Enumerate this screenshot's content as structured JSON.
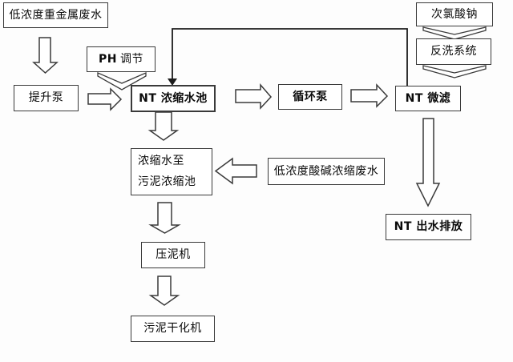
{
  "title": "NT wastewater treatment process flowchart",
  "colors": {
    "background": "#fdfdfd",
    "line": "#3a3a3a",
    "text": "#0a0a0a"
  },
  "nodes": {
    "heavy_metal": {
      "label": "低浓度重金属废水"
    },
    "lift_pump": {
      "label": "提升泵"
    },
    "ph_adjust": {
      "bold": "PH",
      "label": "调节"
    },
    "nt_pool": {
      "label": "NT 浓缩水池"
    },
    "circ_pump": {
      "label": "循环泵"
    },
    "nt_mf": {
      "label": "NT 微滤"
    },
    "naclo": {
      "label": "次氯酸钠"
    },
    "backwash": {
      "label": "反洗系统"
    },
    "conc_water": {
      "line1": "浓缩水至",
      "line2": "污泥浓缩池"
    },
    "acid_waste": {
      "label": "低浓度酸碱浓缩废水"
    },
    "press": {
      "label": "压泥机"
    },
    "dryer": {
      "label": "污泥干化机"
    },
    "discharge": {
      "label": "NT 出水排放"
    }
  },
  "edges": [
    {
      "from": "低浓度重金属废水",
      "to": "提升泵",
      "style": "hollow-block-arrow-down"
    },
    {
      "from": "提升泵",
      "to": "NT 浓缩水池",
      "style": "hollow-block-arrow-right"
    },
    {
      "from": "PH 调节",
      "to": "NT 浓缩水池",
      "style": "hollow-chevron-arrow-down"
    },
    {
      "from": "NT 浓缩水池",
      "to": "循环泵",
      "style": "hollow-block-arrow-right"
    },
    {
      "from": "循环泵",
      "to": "NT 微滤",
      "style": "hollow-block-arrow-right"
    },
    {
      "from": "次氯酸钠",
      "to": "反洗系统",
      "style": "hollow-chevron-arrow-down"
    },
    {
      "from": "反洗系统",
      "to": "NT 微滤",
      "style": "hollow-chevron-arrow-down"
    },
    {
      "from": "NT 微滤",
      "to": "NT 浓缩水池",
      "style": "thin-line-solid-arrow"
    },
    {
      "from": "NT 浓缩水池",
      "to": "浓缩水至污泥浓缩池",
      "style": "hollow-block-arrow-down"
    },
    {
      "from": "低浓度酸碱浓缩废水",
      "to": "浓缩水至污泥浓缩池",
      "style": "hollow-block-arrow-left"
    },
    {
      "from": "浓缩水至污泥浓缩池",
      "to": "压泥机",
      "style": "hollow-block-arrow-down"
    },
    {
      "from": "压泥机",
      "to": "污泥干化机",
      "style": "hollow-block-arrow-down"
    },
    {
      "from": "NT 微滤",
      "to": "NT 出水排放",
      "style": "hollow-block-arrow-down-long"
    }
  ]
}
